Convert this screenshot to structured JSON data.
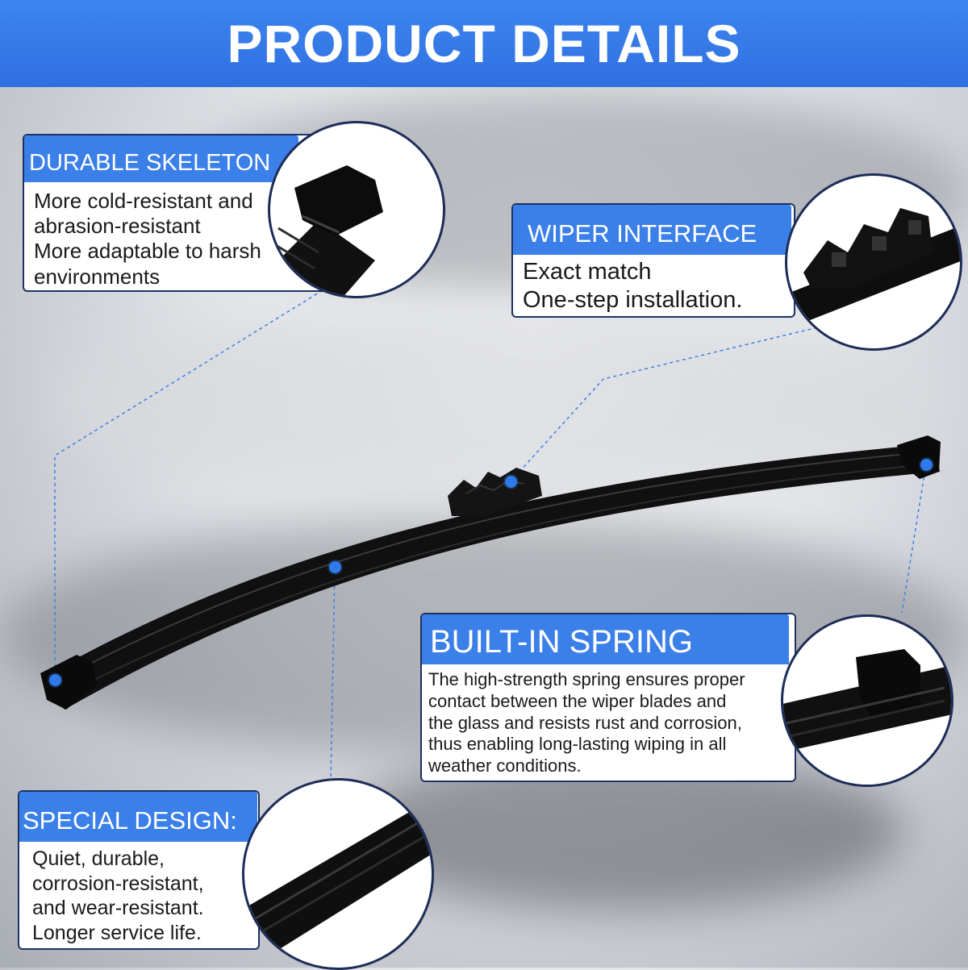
{
  "header": {
    "title": "PRODUCT DETAILS"
  },
  "callouts": {
    "durable_skeleton": {
      "title": "DURABLE SKELETON",
      "lines": [
        "More cold-resistant and",
        "abrasion-resistant",
        "More adaptable to harsh",
        "environments"
      ]
    },
    "wiper_interface": {
      "title": "WIPER INTERFACE",
      "lines": [
        "Exact match",
        "One-step installation."
      ]
    },
    "built_in_spring": {
      "title": "BUILT-IN SPRING",
      "lines": [
        "The high-strength spring ensures proper",
        "contact between the wiper blades and",
        "the glass and resists rust and corrosion,",
        "thus enabling long-lasting wiping in all",
        "weather conditions."
      ]
    },
    "special_design": {
      "title": "SPECIAL DESIGN:",
      "lines": [
        "Quiet, durable,",
        "corrosion-resistant,",
        "and wear-resistant.",
        "Longer service life."
      ]
    }
  },
  "colors": {
    "accent": "#3b7fe8",
    "header": "#2f6fe0",
    "border": "#1d3264",
    "blade": "#111111"
  }
}
